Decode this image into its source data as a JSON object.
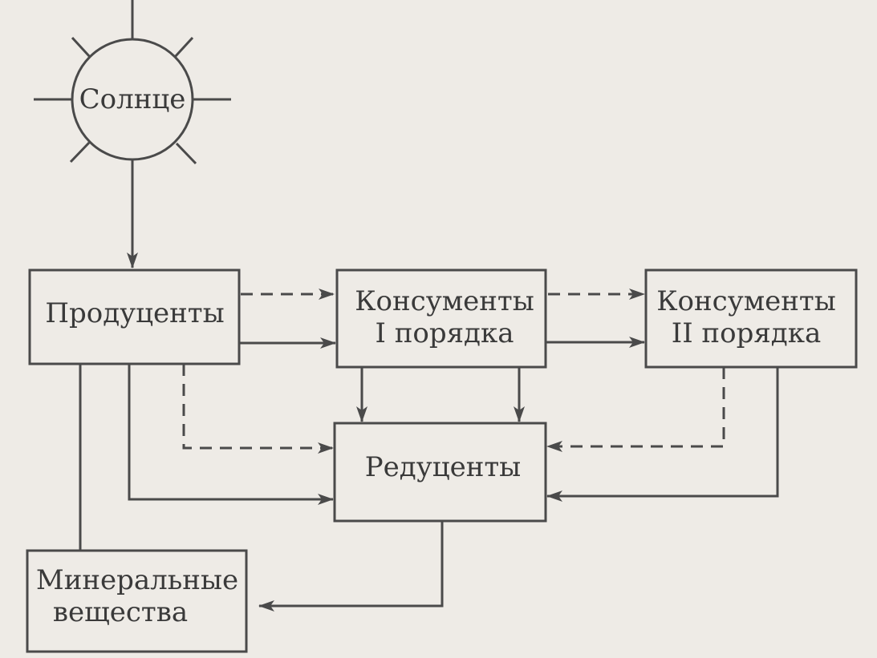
{
  "nodes": {
    "sun": "Солнце",
    "producers": "Продуценты",
    "consumers1": [
      "Консументы",
      "I порядка"
    ],
    "consumers2": [
      "Консументы",
      "II порядка"
    ],
    "decomposers": "Редуценты",
    "minerals": [
      "Минеральные",
      "вещества"
    ]
  },
  "legend_styles": {
    "solid": "solid-line",
    "dashed": "dashed-line"
  },
  "colors": {
    "ink": "#4a4a4a",
    "paper": "#eeebe6"
  }
}
